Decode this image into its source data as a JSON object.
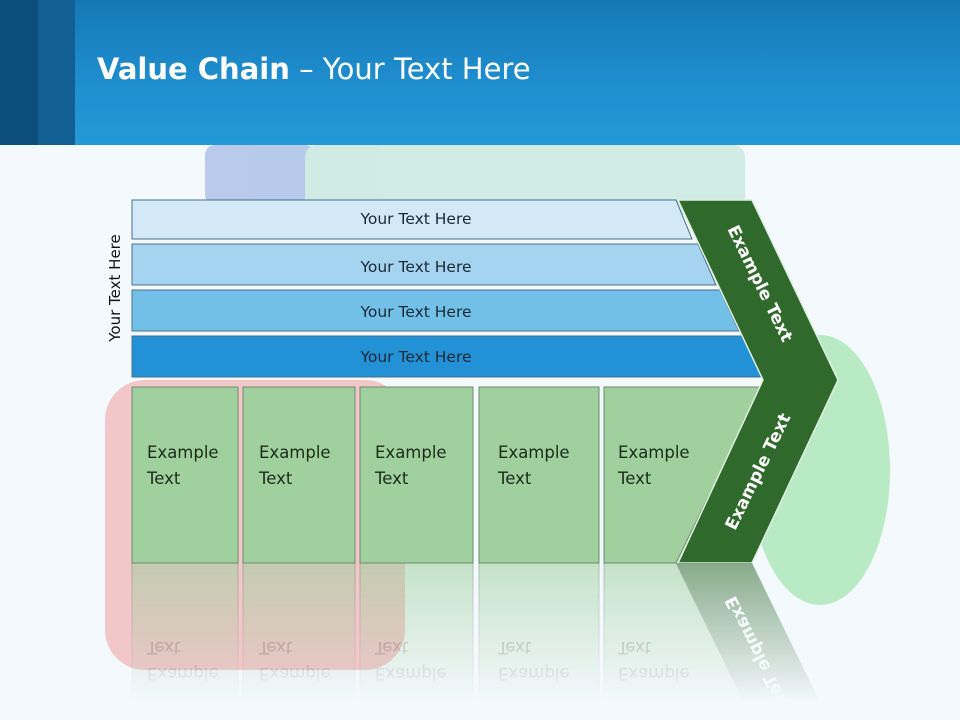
{
  "slide": {
    "title_bold": "Value Chain",
    "title_rest": " – Your Text Here"
  },
  "diagram": {
    "side_label": "Your Text Here",
    "bars": [
      {
        "label": "Your Text Here",
        "color": "#d3e9f7"
      },
      {
        "label": "Your Text Here",
        "color": "#a5d4f1"
      },
      {
        "label": "Your Text Here",
        "color": "#72bfe8"
      },
      {
        "label": "Your Text Here",
        "color": "#2391d6"
      }
    ],
    "boxes": [
      {
        "line1": "Example",
        "line2": "Text"
      },
      {
        "line1": "Example",
        "line2": "Text"
      },
      {
        "line1": "Example",
        "line2": "Text"
      },
      {
        "line1": "Example",
        "line2": "Text"
      },
      {
        "line1": "Example",
        "line2": "Text"
      }
    ],
    "box_color": "#9fd09d",
    "chevron_color": "#2f6a2c",
    "chevron_upper_label": "Example Text",
    "chevron_lower_label": "Example Text"
  }
}
